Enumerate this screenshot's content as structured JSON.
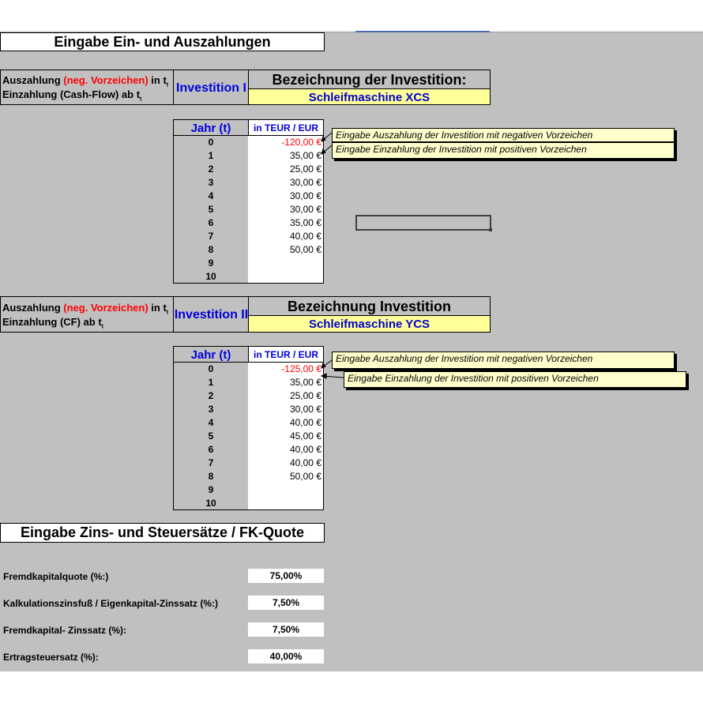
{
  "section1": {
    "title": "Eingabe Ein- und Auszahlungen"
  },
  "investments": [
    {
      "label_auszahlung": "Auszahlung ",
      "label_neg": "(neg. Vorzeichen)",
      "label_in_t": " in t",
      "label_einzahlung": "Einzahlung (Cash-Flow) ab t",
      "inv_label": "Investition I",
      "bez_head": "Bezeichnung der Investition:",
      "bez_value": "Schleifmaschine XCS",
      "col_jahr": "Jahr (t)",
      "col_eur": "in TEUR / EUR",
      "years": [
        "0",
        "1",
        "2",
        "3",
        "4",
        "5",
        "6",
        "7",
        "8",
        "9",
        "10"
      ],
      "values": [
        "-120,00 €",
        "35,00 €",
        "25,00 €",
        "30,00 €",
        "30,00 €",
        "30,00 €",
        "35,00 €",
        "40,00 €",
        "50,00 €",
        "",
        ""
      ],
      "note_neg": "Eingabe Auszahlung der Investition mit negativen Vorzeichen",
      "note_pos": "Eingabe Einzahlung der Investition mit positiven Vorzeichen"
    },
    {
      "label_auszahlung": "Auszahlung ",
      "label_neg": "(neg. Vorzeichen)",
      "label_in_t": " in t",
      "label_einzahlung": "Einzahlung (CF) ab t",
      "inv_label": "Investition II",
      "bez_head": "Bezeichnung Investition",
      "bez_value": "Schleifmaschine YCS",
      "col_jahr": "Jahr (t)",
      "col_eur": "in TEUR / EUR",
      "years": [
        "0",
        "1",
        "2",
        "3",
        "4",
        "5",
        "6",
        "7",
        "8",
        "9",
        "10"
      ],
      "values": [
        "-125,00 €",
        "35,00 €",
        "25,00 €",
        "30,00 €",
        "40,00 €",
        "45,00 €",
        "40,00 €",
        "40,00 €",
        "50,00 €",
        "",
        ""
      ],
      "note_neg": "Eingabe Auszahlung der Investition mit negativen Vorzeichen",
      "note_pos": "Eingabe Einzahlung der Investition mit positiven Vorzeichen"
    }
  ],
  "section2": {
    "title": "Eingabe Zins- und Steuersätze / FK-Quote"
  },
  "rates": [
    {
      "label": "Fremdkapitalquote (%:)",
      "value": "75,00%"
    },
    {
      "label": "Kalkulationszinsfuß / Eigenkapital-Zinssatz (%:)",
      "value": "7,50%"
    },
    {
      "label": "Fremdkapital- Zinssatz (%):",
      "value": "7,50%"
    },
    {
      "label": "Ertragsteuersatz (%):",
      "value": "40,00%"
    }
  ],
  "subscripts": {
    "t": "t"
  },
  "colors": {
    "sheet_bg": "#c0c0c0",
    "accent_blue": "#0000dd",
    "negative_red": "#ff0000",
    "input_yellow": "#ffff99",
    "note_yellow": "#ffffcc"
  }
}
